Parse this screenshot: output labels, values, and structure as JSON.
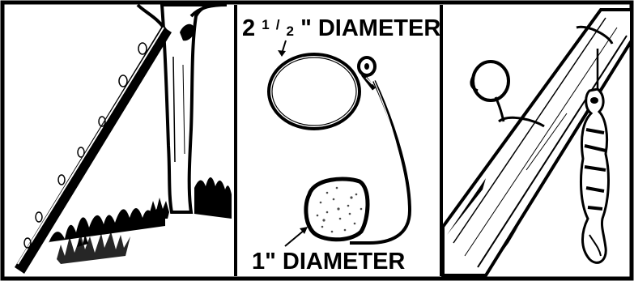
{
  "labels": {
    "top_diameter": "2 1/2\" DIAMETER",
    "bottom_diameter": "1\" DIAMETER"
  },
  "top_label_parts": {
    "whole": "2",
    "numerator": "1",
    "denominator": "2",
    "rest": "\" DIAMETER"
  },
  "panels": [
    {
      "name": "tree-with-pole-panel"
    },
    {
      "name": "snare-wire-panel"
    },
    {
      "name": "pole-with-snares-panel"
    }
  ]
}
